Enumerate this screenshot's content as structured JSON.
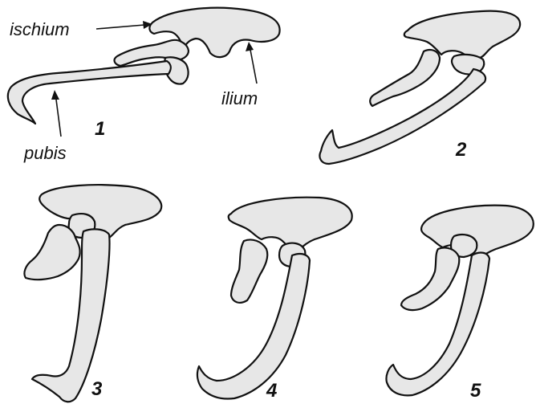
{
  "labels": {
    "ischium": "ischium",
    "ilium": "ilium",
    "pubis": "pubis"
  },
  "figures": [
    {
      "number": "1"
    },
    {
      "number": "2"
    },
    {
      "number": "3"
    },
    {
      "number": "4"
    },
    {
      "number": "5"
    }
  ],
  "colors": {
    "bone_fill": "#e7e7e7",
    "outline": "#111111",
    "background": "#ffffff"
  }
}
